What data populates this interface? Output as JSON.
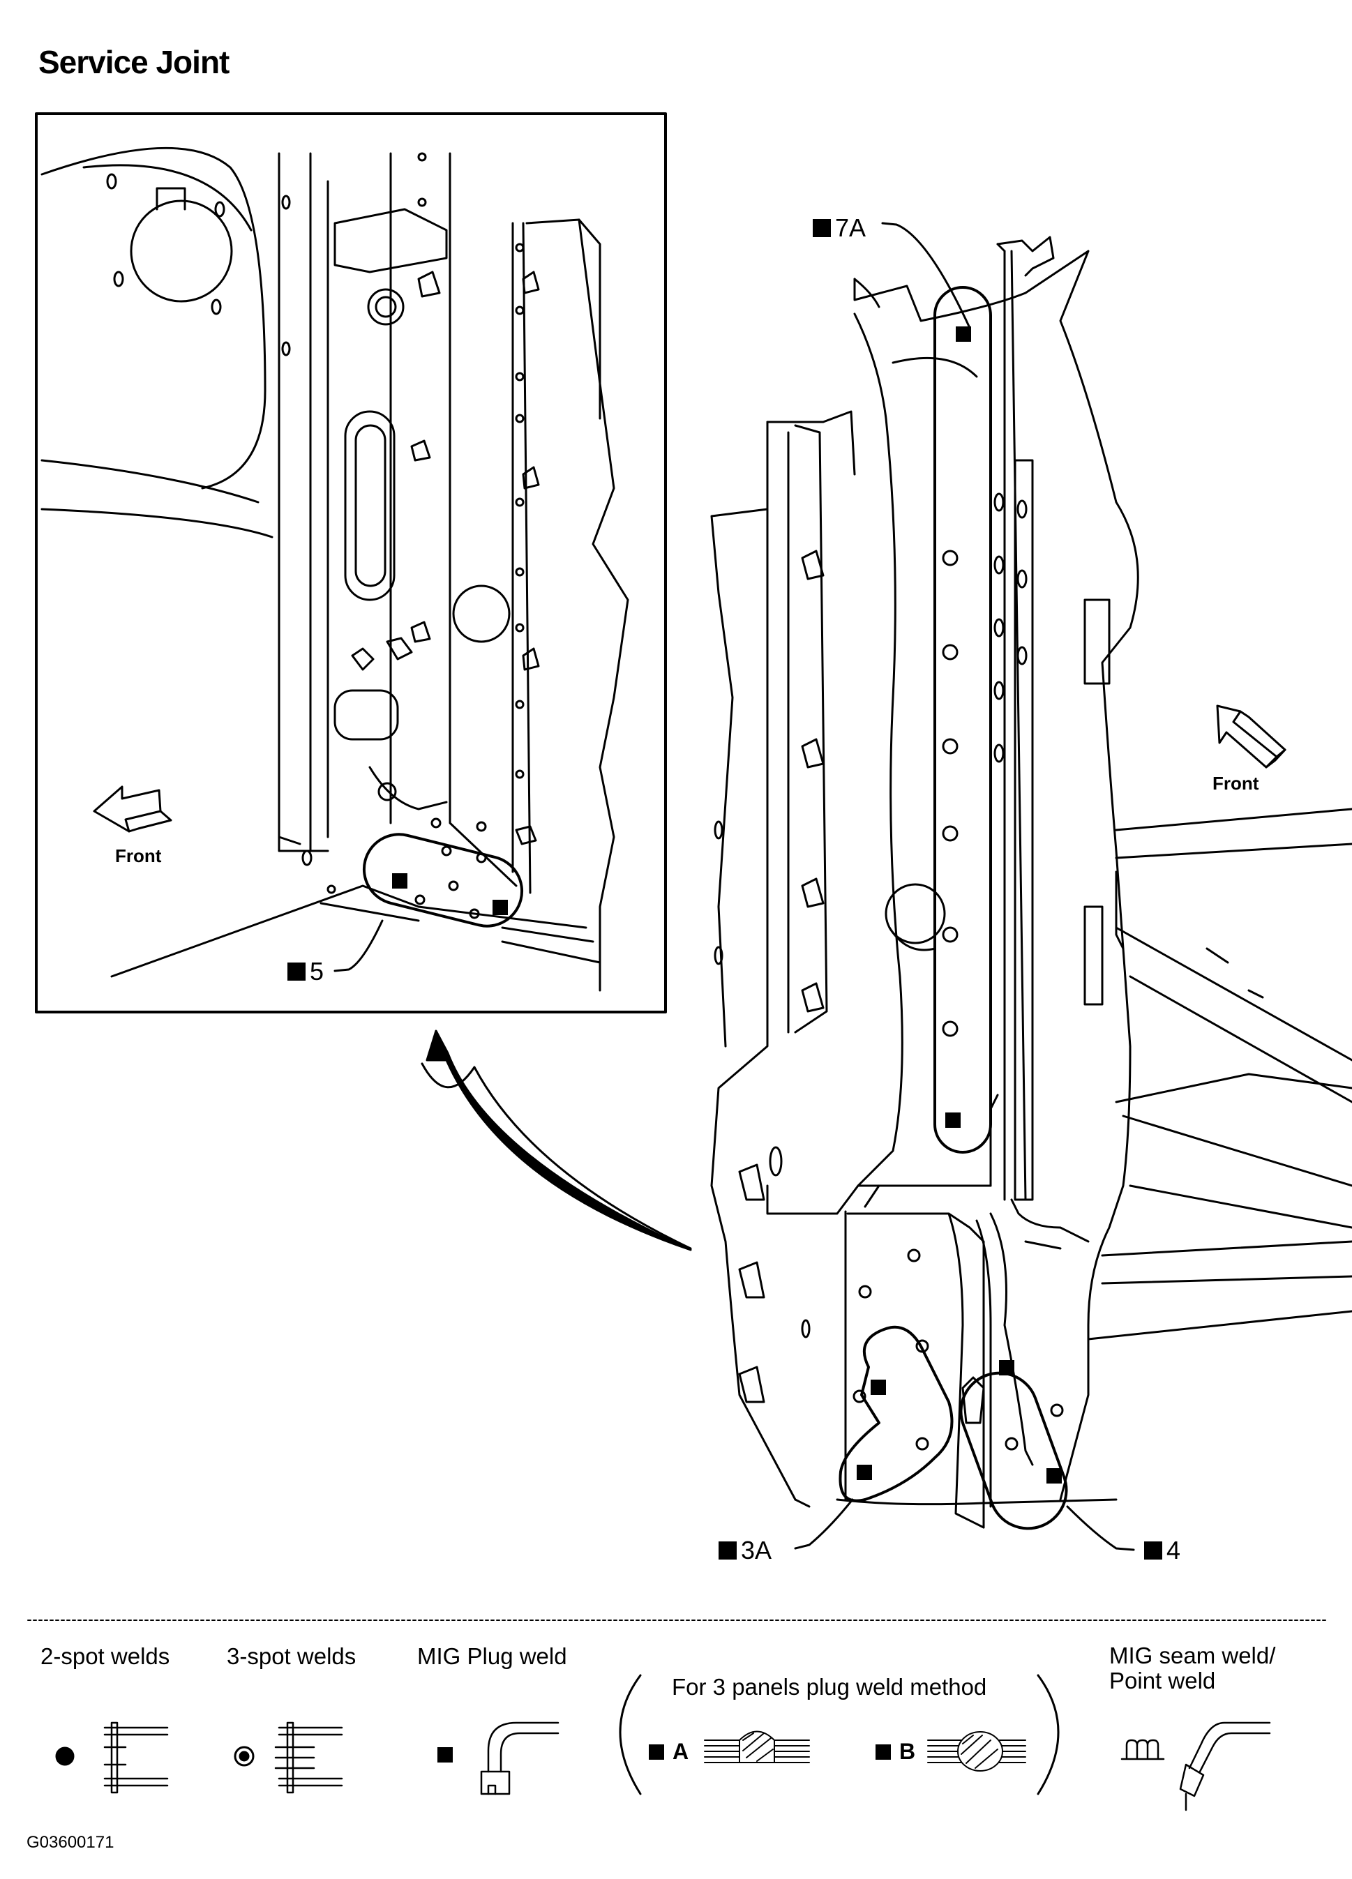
{
  "title": "Service Joint",
  "inset": {
    "callout": "5",
    "front_label": "Front"
  },
  "main": {
    "callouts": {
      "top": "7A",
      "bottom_left": "3A",
      "bottom_right": "4"
    },
    "front_label": "Front"
  },
  "legend": {
    "two_spot": "2-spot welds",
    "three_spot": "3-spot welds",
    "mig_plug": "MIG Plug weld",
    "three_panel": "For 3 panels plug weld method",
    "method_a": "A",
    "method_b": "B",
    "mig_seam": "MIG seam weld/\nPoint weld"
  },
  "figure_code": "G03600171",
  "icons": [
    "spot-weld-solid-icon",
    "spot-weld-ring-icon",
    "plug-weld-square-icon",
    "seam-weld-icon",
    "arrow-front-icon",
    "curved-arrow-icon"
  ],
  "colors": {
    "line": "#000000",
    "background": "#ffffff"
  }
}
